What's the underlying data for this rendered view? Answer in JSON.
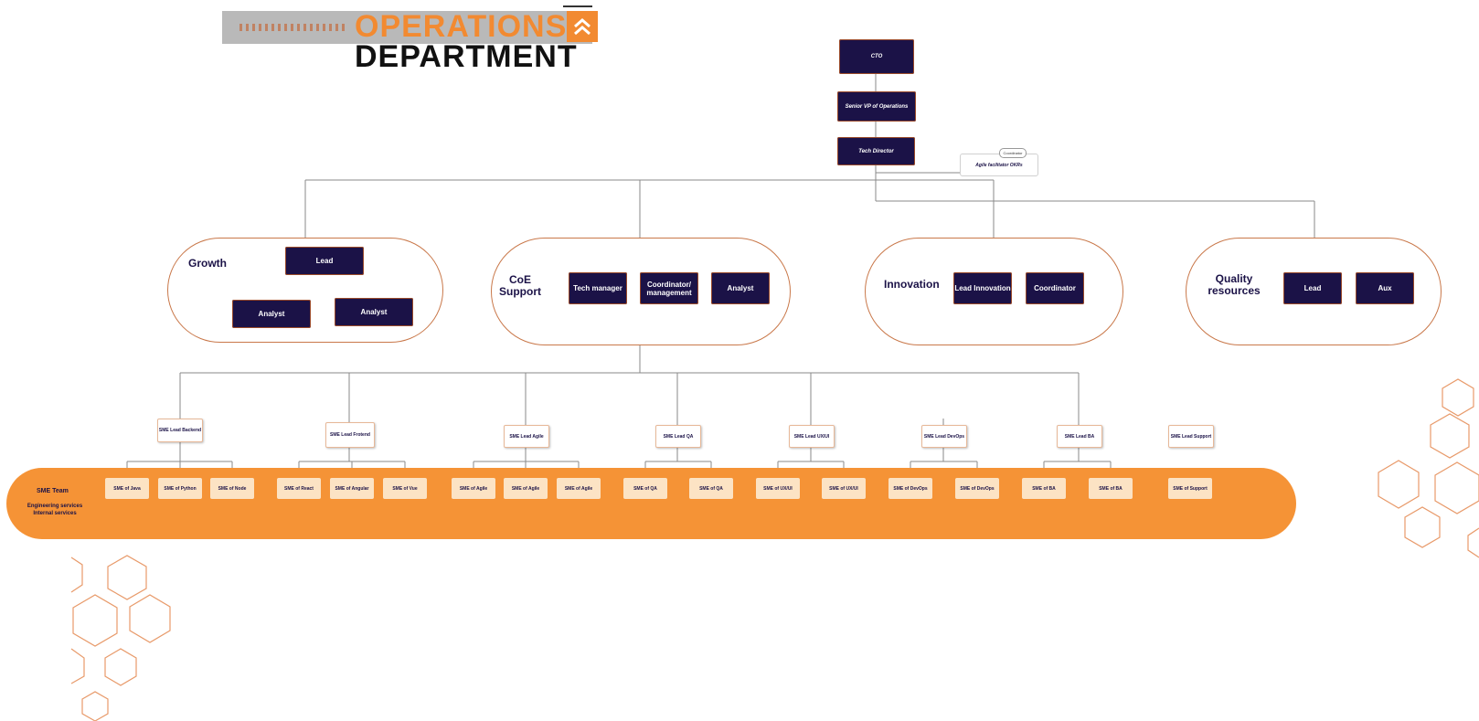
{
  "header": {
    "title_line1": "OPERATIONS",
    "title_line2": "DEPARTMENT"
  },
  "colors": {
    "navy": "#1b1247",
    "orange": "#f59336",
    "pill_border": "#c9784a",
    "sme_box": "#fce3c4"
  },
  "top_chain": [
    {
      "id": "cto",
      "label": "CTO"
    },
    {
      "id": "svp",
      "label": "Senior VP of Operations"
    },
    {
      "id": "techdir",
      "label": "Tech Director"
    }
  ],
  "agile": {
    "tag": "Coordinator",
    "label": "Agile facilitator OKRs"
  },
  "groups": [
    {
      "id": "growth",
      "label": "Growth",
      "members": [
        "Lead",
        "Analyst",
        "Analyst"
      ]
    },
    {
      "id": "coe",
      "label": "CoE Support",
      "members": [
        "Tech manager",
        "Coordinator/ management",
        "Analyst"
      ]
    },
    {
      "id": "innovation",
      "label": "Innovation",
      "members": [
        "Lead Innovation",
        "Coordinator"
      ]
    },
    {
      "id": "quality",
      "label": "Quality resources",
      "members": [
        "Lead",
        "Aux"
      ]
    }
  ],
  "sme_leads": [
    "SME Lead Backend",
    "SME Lead Frotend",
    "SME Lead Agile",
    "SME Lead QA",
    "SME Lead UX/UI",
    "SME Lead DevOps",
    "SME Lead BA",
    "SME Lead Support"
  ],
  "sme_team": {
    "title": "SME Team",
    "subtitle_1": "Engineering services",
    "subtitle_2": "Internal services",
    "members": [
      "SME of Java",
      "SME of Python",
      "SME of Node",
      "SME of React",
      "SME of Angular",
      "SME of Vue",
      "SME of Agile",
      "SME of Agile",
      "SME of Agile",
      "SME of QA",
      "SME of QA",
      "SME of UX/UI",
      "SME of UX/UI",
      "SME of DevOps",
      "SME of DevOps",
      "SME of BA",
      "SME of BA",
      "SME of Support"
    ]
  }
}
